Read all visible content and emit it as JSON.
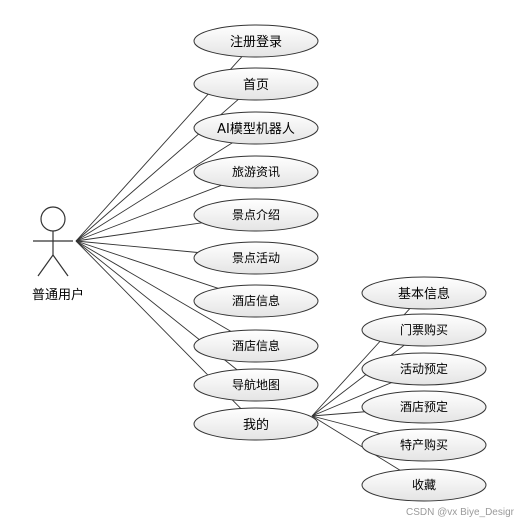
{
  "actor": {
    "name": "普通用户"
  },
  "use_cases": [
    {
      "label": "注册登录"
    },
    {
      "label": "首页"
    },
    {
      "label": "AI模型机器人"
    },
    {
      "label": "旅游资讯"
    },
    {
      "label": "景点介绍"
    },
    {
      "label": "景点活动"
    },
    {
      "label": "酒店信息"
    },
    {
      "label": "酒店信息"
    },
    {
      "label": "导航地图"
    },
    {
      "label": "我的"
    }
  ],
  "sub_use_cases": [
    {
      "label": "基本信息"
    },
    {
      "label": "门票购买"
    },
    {
      "label": "活动预定"
    },
    {
      "label": "酒店预定"
    },
    {
      "label": "特产购买"
    },
    {
      "label": "收藏"
    }
  ],
  "watermark": "CSDN @vx Biye_Desigr",
  "colors": {
    "stroke": "#333333",
    "fill_top": "#ffffff",
    "fill_bottom": "#e4e4e4"
  }
}
